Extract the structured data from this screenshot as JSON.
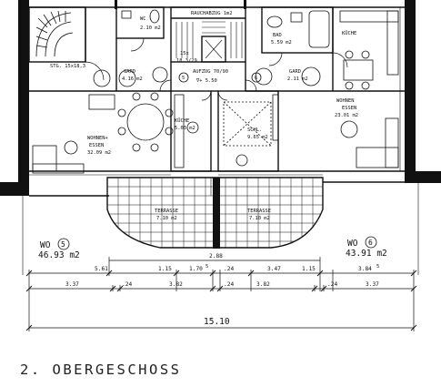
{
  "page": {
    "title": "2. OBERGESCHOSS"
  },
  "rooms": {
    "stair_label": "STG. 15x18,3",
    "wc_label": "WC",
    "wc_area": "2.10 m2",
    "rauchabzug": "RAUCHABZUG 1m2",
    "stair_center": "15x",
    "stair_center2": "18,3/29",
    "aufzug": "AUFZUG 70/90",
    "aufzug_level": "∇+ 5.50",
    "bad_label": "BAD",
    "bad_area": "5.59 m2",
    "kueche_right": "KÜCHE",
    "gard_left": "GARD",
    "gard_left_area": "4.16 m2",
    "gard_right": "GARD",
    "gard_right_area": "2.11 m2",
    "wohnen_right": "WOHNEN",
    "essen_right": "ESSEN",
    "wohnen_right_area": "23.01 m2",
    "kueche_left": "KÜCHE",
    "kueche_left_area": "5.03 m2",
    "schl_label": "SCHL.",
    "schl_area": "9.65 m2",
    "wohnen_left": "WOHNEN+",
    "essen_left": "ESSEN",
    "wohnen_left_area": "32.09 m2",
    "terrasse_left": "TERRASSE",
    "terrasse_left_area": "7.10 m2",
    "terrasse_right": "TERRASSE",
    "terrasse_right_area": "7.10 m2",
    "unit5_marker": "5",
    "unit6_marker": "6"
  },
  "units": {
    "wo5_label": "WO",
    "wo5_number": "5",
    "wo5_area": "46.93 m2",
    "wo6_label": "WO",
    "wo6_number": "6",
    "wo6_area": "43.91 m2"
  },
  "dimensions": {
    "row1": [
      "5.61",
      "1.15",
      "1.70",
      "5",
      ".24",
      "3.47",
      "1.15",
      "3.84",
      "5"
    ],
    "top_span": "2.88",
    "row2": [
      "3.37",
      ".24",
      "3.82",
      ".24",
      "3.82",
      ".24",
      "3.37"
    ],
    "total": "15.10"
  }
}
